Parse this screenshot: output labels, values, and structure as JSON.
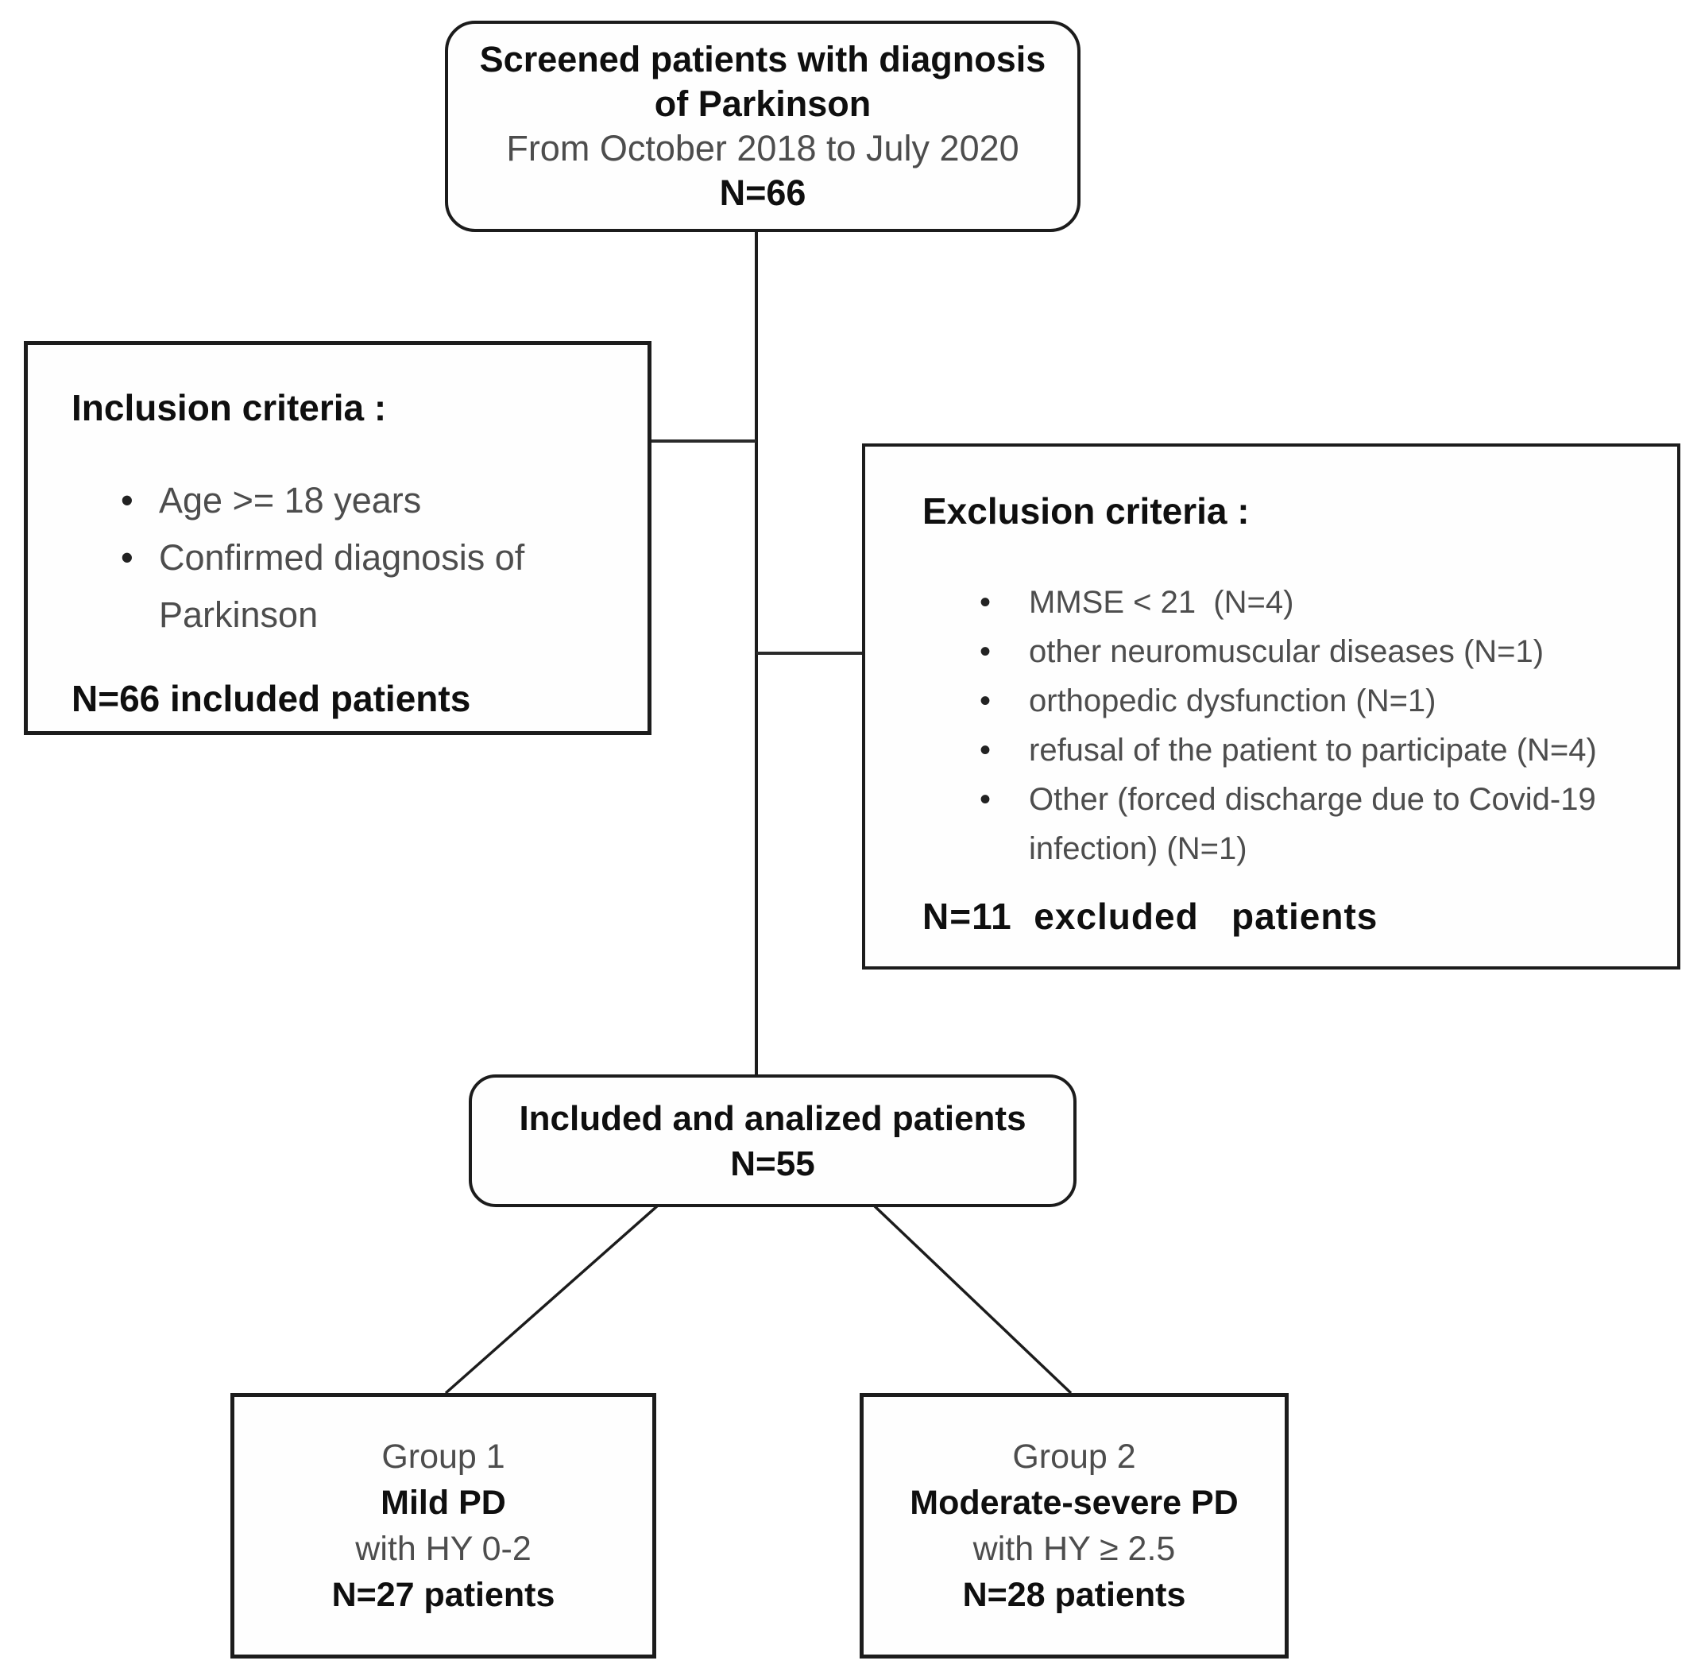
{
  "screened_box": {
    "title_line1": "Screened patients with diagnosis",
    "title_line2": "of Parkinson",
    "period": "From October 2018 to July 2020",
    "n": "N=66"
  },
  "inclusion_box": {
    "heading": "Inclusion criteria :",
    "bullets": [
      "Age >= 18 years",
      "Confirmed diagnosis of Parkinson"
    ],
    "n": "N=66 included patients"
  },
  "exclusion_box": {
    "heading": "Exclusion criteria :",
    "bullets": [
      "MMSE < 21  (N=4)",
      "other neuromuscular diseases (N=1)",
      "orthopedic dysfunction (N=1)",
      "refusal of the patient to participate (N=4)",
      "Other (forced discharge due to Covid-19 infection) (N=1)"
    ],
    "n": "N=11  excluded   patients"
  },
  "analyzed_box": {
    "title": "Included and analized patients",
    "n": "N=55"
  },
  "group1_box": {
    "label": "Group 1",
    "name": "Mild PD",
    "criteria": "with HY 0-2",
    "n": "N=27 patients"
  },
  "group2_box": {
    "label": "Group 2",
    "name": "Moderate-severe PD",
    "criteria": "with HY ≥ 2.5",
    "n": "N=28 patients"
  },
  "colors": {
    "border": "#1c1c1c",
    "text_bold": "#0f0f0f",
    "text_regular": "#4d4d4d",
    "background": "#ffffff"
  }
}
